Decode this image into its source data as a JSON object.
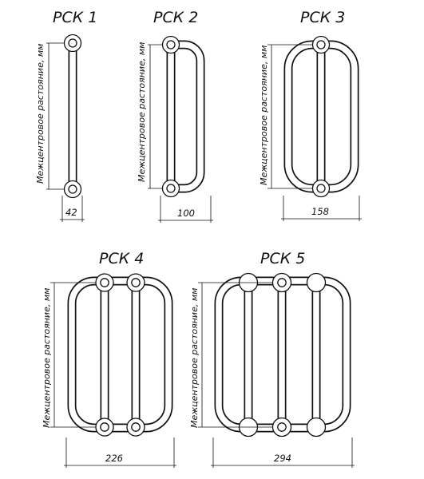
{
  "vertical_label": "Межцентровое растояние, мм",
  "models": [
    {
      "title": "РСК 1",
      "width_label": "42",
      "connectors": 1,
      "bars": 1
    },
    {
      "title": "РСК 2",
      "width_label": "100",
      "connectors": 1,
      "bars": 2
    },
    {
      "title": "РСК 3",
      "width_label": "158",
      "connectors": 1,
      "bars": 3
    },
    {
      "title": "РСК 4",
      "width_label": "226",
      "connectors": 2,
      "bars": 4
    },
    {
      "title": "РСК 5",
      "width_label": "294",
      "connectors": 3,
      "bars": 5
    }
  ]
}
